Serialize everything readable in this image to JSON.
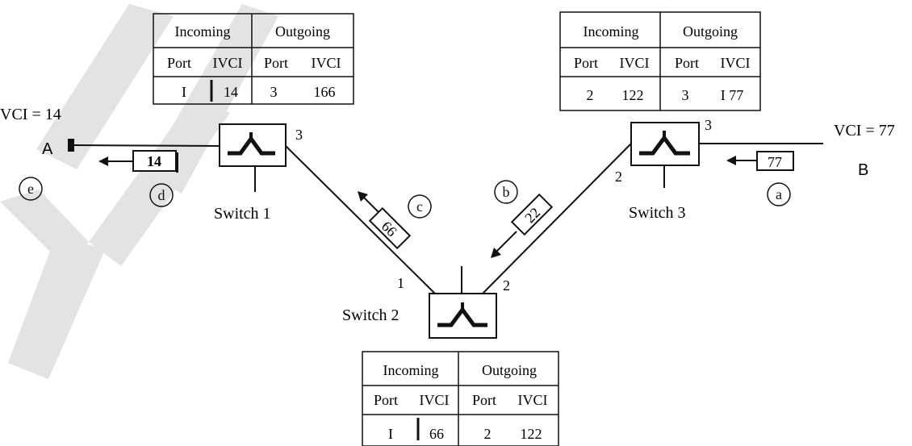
{
  "colors": {
    "line": "#111111",
    "watermark": "#e3e3e3",
    "background": "#ffffff"
  },
  "tables": {
    "switch1": {
      "incoming": "Incoming",
      "outgoing": "Outgoing",
      "in_port": "Port",
      "in_vci": "IVCI",
      "out_port": "Port",
      "out_vci": "IVCI",
      "row": {
        "in_port": "I",
        "in_vci": "14",
        "out_port": "3",
        "out_vci": "166"
      }
    },
    "switch3": {
      "incoming": "Incoming",
      "outgoing": "Outgoing",
      "in_port": "Port",
      "in_vci": "IVCI",
      "out_port": "Port",
      "out_vci": "IVCI",
      "row": {
        "in_port": "2",
        "in_vci": "122",
        "out_port": "3",
        "out_vci": "I 77"
      }
    },
    "switch2": {
      "incoming": "Incoming",
      "outgoing": "Outgoing",
      "in_port": "Port",
      "in_vci": "IVCI",
      "out_port": "Port",
      "out_vci": "IVCI",
      "row": {
        "in_port": "I",
        "in_vci": "66",
        "out_port": "2",
        "out_vci": "122"
      }
    }
  },
  "switches": {
    "s1": {
      "label": "Switch 1",
      "port_right": "3"
    },
    "s2": {
      "label": "Switch 2",
      "port_left": "1",
      "port_right": "2"
    },
    "s3": {
      "label": "Switch 3",
      "port_left": "2",
      "port_right": "3"
    }
  },
  "endpoints": {
    "a": {
      "name": "A",
      "vci": "VCI = 14"
    },
    "b": {
      "name": "B",
      "vci": "VCI = 77"
    }
  },
  "packets": {
    "at_b": "77",
    "link_s3_s2": "22",
    "link_s2_s1": "66",
    "at_a": "14"
  },
  "steps": {
    "a": "a",
    "b": "b",
    "c": "c",
    "d": "d",
    "e": "e"
  }
}
